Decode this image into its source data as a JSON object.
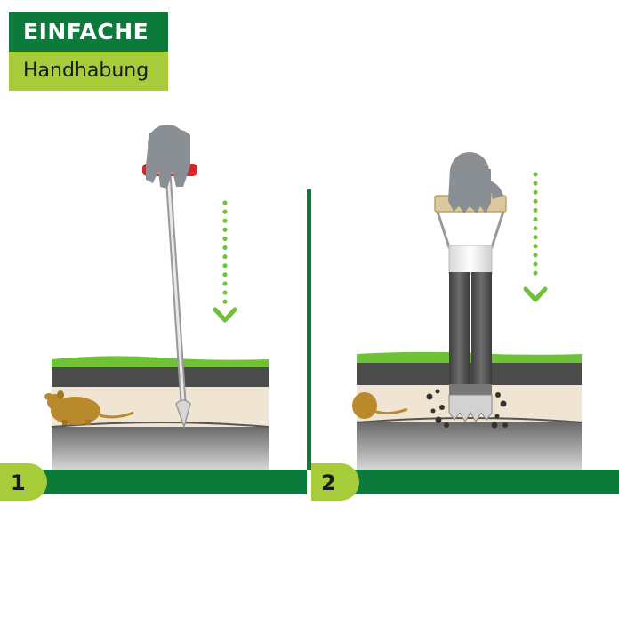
{
  "header": {
    "title": "EINFACHE",
    "subtitle": "Handhabung"
  },
  "steps": [
    {
      "number": "1"
    },
    {
      "number": "2"
    }
  ],
  "colors": {
    "dark_green": "#0b7a3b",
    "light_green": "#a6cc3a",
    "grass": "#6fc236",
    "soil_tan": "#f0e4d2",
    "soil_dark": "#4b4b4b",
    "mole_brown": "#b98a2c",
    "glove_gray": "#8a8f94",
    "handle_red": "#d4262b"
  },
  "icons": [
    "hand-icon",
    "mole-icon",
    "arrow-down-icon"
  ]
}
